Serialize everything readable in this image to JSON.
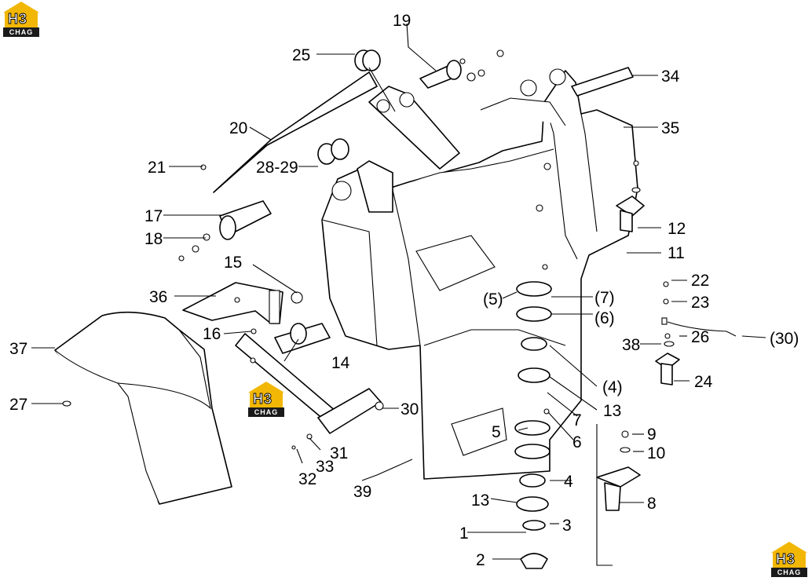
{
  "logo": {
    "mark": "H3",
    "caption": "CHAG"
  },
  "callouts": {
    "c1": "1",
    "c2": "2",
    "c3": "3",
    "c4": "4",
    "c4p": "(4)",
    "c5a": "(5)",
    "c5b": "5",
    "c6a": "(6)",
    "c6b": "6",
    "c7a": "(7)",
    "c7b": "7",
    "c8": "8",
    "c9": "9",
    "c10": "10",
    "c11": "11",
    "c12": "12",
    "c13a": "13",
    "c13b": "13",
    "c14": "14",
    "c15": "15",
    "c16": "16",
    "c17": "17",
    "c18": "18",
    "c19": "19",
    "c20": "20",
    "c21": "21",
    "c22": "22",
    "c23": "23",
    "c24": "24",
    "c25": "25",
    "c26": "26",
    "c27": "27",
    "c2829": "28-29",
    "c30a": "(30)",
    "c30b": "30",
    "c31": "31",
    "c32": "32",
    "c33": "33",
    "c34": "34",
    "c35": "35",
    "c36": "36",
    "c37": "37",
    "c38": "38",
    "c39": "39"
  }
}
